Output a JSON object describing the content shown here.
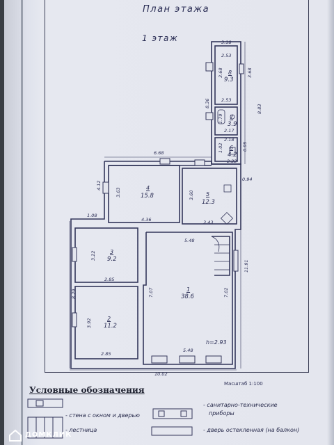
{
  "plan": {
    "title": "План этажа",
    "floor": "1 этаж",
    "scale": "Масштаб 1:100"
  },
  "rooms": [
    {
      "num": "1",
      "area": "38.6"
    },
    {
      "num": "2",
      "area": "11.2"
    },
    {
      "num": "3",
      "area": "9.2"
    },
    {
      "num": "4",
      "area": "15.8"
    },
    {
      "num": "5",
      "area": "12.3"
    },
    {
      "num": "6",
      "area": "4.2"
    },
    {
      "num": "7",
      "area": "3.9"
    },
    {
      "num": "8",
      "area": "9.3"
    }
  ],
  "dims": {
    "d318": "3.18",
    "d253a": "2.53",
    "d368a": "3.68",
    "d368b": "3.68",
    "d253b": "2.53",
    "d836": "8.36",
    "d883": "8.83",
    "d179": "1.79",
    "d217": "2.17",
    "d218": "2.18",
    "d102": "1.02",
    "d095": "0.95",
    "d222": "2.22",
    "d668": "6.68",
    "d412": "4.12",
    "d363": "3.63",
    "d360": "3.60",
    "d094": "0.94",
    "d436": "4.36",
    "d343": "3.43",
    "d108": "1.08",
    "d548a": "5.48",
    "d322": "3.22",
    "d1191": "11.91",
    "d285a": "2.85",
    "d829": "8.29",
    "d707": "7.07",
    "d702": "7.02",
    "d392": "3.92",
    "d285b": "2.85",
    "height": "h=2.93",
    "d548b": "5.48",
    "d1002": "10.02"
  },
  "legend": {
    "title": "Условные обозначения",
    "wall": "- стена с окном и дверью",
    "stairs": "- лестница",
    "sanitary_1": "- санитарно-технические",
    "sanitary_2": "приборы",
    "glass_door": "- дверь остекленная (на балкон)"
  },
  "watermark": "ДОМКЛИК"
}
